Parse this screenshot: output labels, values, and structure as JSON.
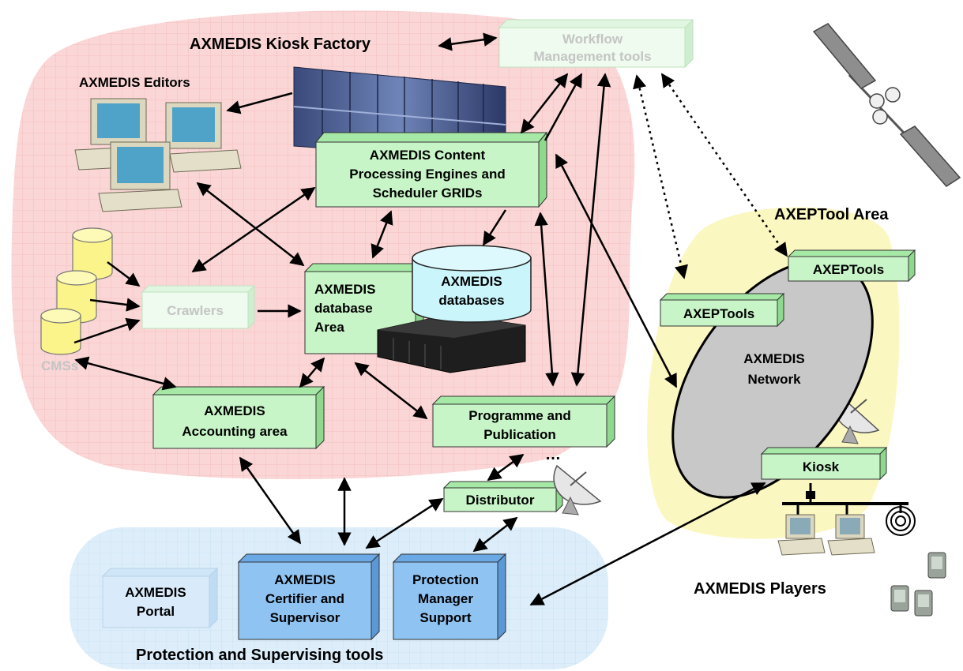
{
  "areas": {
    "kiosk_factory": "AXMEDIS Kiosk Factory",
    "axeptool_area": "AXEPTool Area",
    "protection_tools": "Protection and Supervising tools",
    "players": "AXMEDIS Players"
  },
  "nodes": {
    "editors": "AXMEDIS Editors",
    "workflow": [
      "Workflow",
      "Management tools"
    ],
    "content_processing": [
      "AXMEDIS Content",
      "Processing Engines and",
      "Scheduler GRIDs"
    ],
    "crawlers": "Crawlers",
    "cmss": "CMSs",
    "database_area": [
      "AXMEDIS",
      "database",
      "Area"
    ],
    "databases": [
      "AXMEDIS",
      "databases"
    ],
    "accounting": [
      "AXMEDIS",
      "Accounting area"
    ],
    "programme": [
      "Programme and",
      "Publication"
    ],
    "ellipsis": "…",
    "distributor": "Distributor",
    "portal": [
      "AXMEDIS",
      "Portal"
    ],
    "certifier": [
      "AXMEDIS",
      "Certifier and",
      "Supervisor"
    ],
    "protection_manager": [
      "Protection",
      "Manager",
      "Support"
    ],
    "axeptools_top": "AXEPTools",
    "axeptools_left": "AXEPTools",
    "network": [
      "AXMEDIS",
      "Network"
    ],
    "kiosk": "Kiosk"
  },
  "colors": {
    "factory_bg": "#fbd6d6",
    "axeptool_bg": "#fbf7c0",
    "protection_bg": "#ddeefa",
    "green_box": "#c8f5c8",
    "blue_box": "#8fc3f2",
    "network_fill": "#c8c8c8",
    "db_yellow": "#fbf48a",
    "db_cyan": "#c9f5fb"
  }
}
